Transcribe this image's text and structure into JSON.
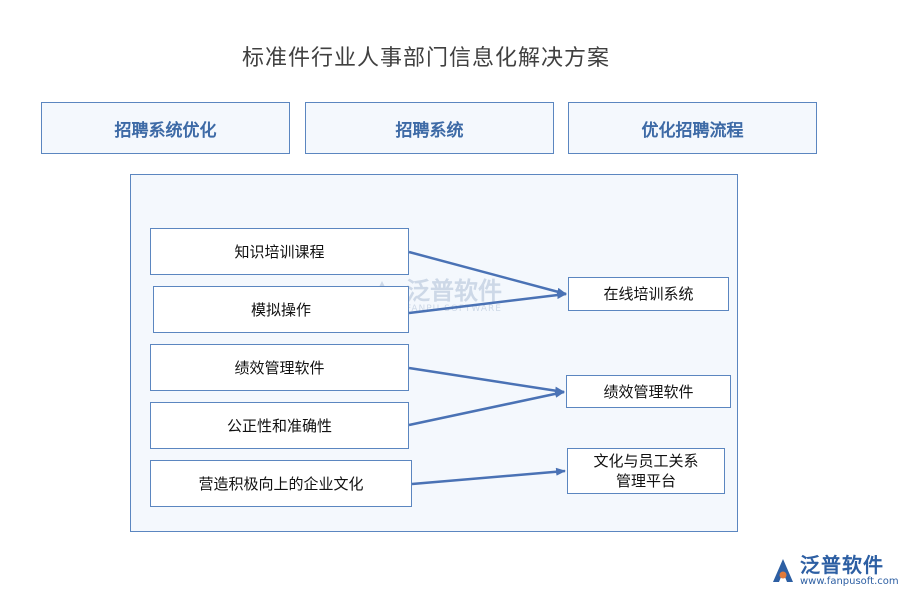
{
  "title": "标准件行业人事部门信息化解决方案",
  "top_boxes": [
    "招聘系统优化",
    "招聘系统",
    "优化招聘流程"
  ],
  "sources": [
    "知识培训课程",
    "模拟操作",
    "绩效管理软件",
    "公正性和准确性",
    "营造积极向上的企业文化"
  ],
  "targets": [
    "在线培训系统",
    "绩效管理软件",
    "文化与员工关系\n管理平台"
  ],
  "watermark": {
    "name": "泛普软件",
    "sub": "FANPU SOFTWARE"
  },
  "logo": {
    "name": "泛普软件",
    "url": "www.fanpusoft.com"
  },
  "colors": {
    "border": "#5b86c0",
    "arrow": "#4a72b5",
    "panel_bg": "#f4f8fd",
    "heading": "#3d6aa6"
  }
}
